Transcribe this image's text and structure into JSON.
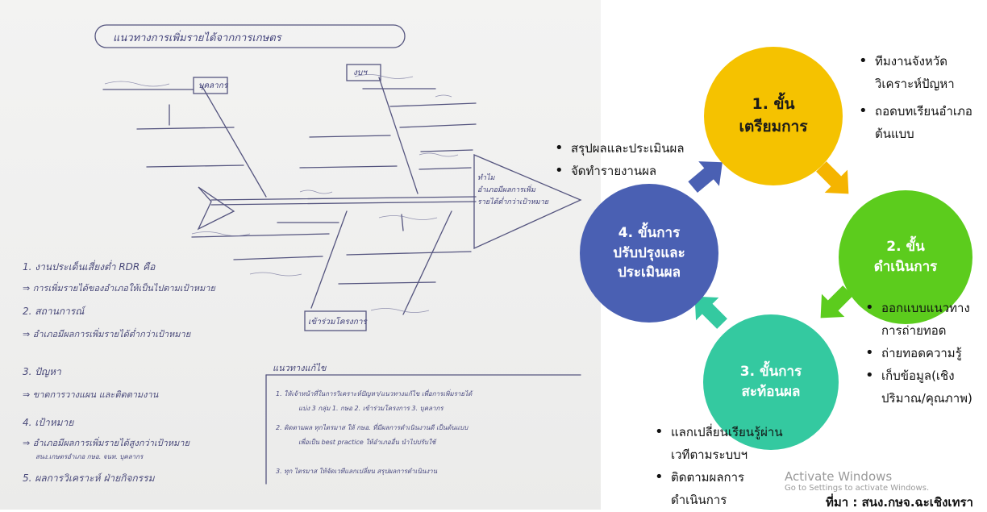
{
  "steps": {
    "s1": "1. ขั้น\nเตรียมการ",
    "s2": "2. ขั้น\nดำเนินการ",
    "s3": "3. ขั้นการ\nสะท้อนผล",
    "s4": "4. ขั้นการ\nปรับปรุงและ\nประเมินผล"
  },
  "bullets": {
    "s1": [
      "ทีมงานจังหวัด",
      "วิเคราะห์ปัญหา",
      "ถอดบทเรียนอำเภอ",
      "ต้นแบบ"
    ],
    "s2": [
      "ออกแบบแนวทาง",
      "การถ่ายทอด",
      "ถ่ายทอดความรู้",
      "เก็บข้อมูล(เชิง",
      "ปริมาณ/คุณภาพ)"
    ],
    "s3": [
      "แลกเปลี่ยนเรียนรู้ผ่าน",
      "เวทีตามระบบฯ",
      "ติดตามผลการ",
      "ดำเนินการ"
    ],
    "s4": [
      "สรุปผลและประเมินผล",
      "จัดทำรายงานผล"
    ]
  },
  "colors": {
    "s1": "#f5c200",
    "s2": "#5ccc1d",
    "s3": "#34c9a0",
    "s4": "#4a60b3"
  },
  "watermark": {
    "title": "Activate Windows",
    "subtitle": "Go to Settings to activate Windows."
  },
  "source": "ที่มา : สนง.กษจ.ฉะเชิงเทรา",
  "handwritten": {
    "title": "แนวทางการเพิ่มรายได้จากการเกษตร",
    "box_personnel": "บุคลากร",
    "box_budget": "งบฯ",
    "box_project": "เข้าร่วมโครงการ",
    "fish_head": "ทำไม\nอำเภอมีผลการเพิ่ม\nรายได้ต่ำกว่าเป้าหมาย",
    "summary_1": "1. งานประเด็นเสี่ยงต่ำ RDR คือ",
    "summary_1b": "⇒ การเพิ่มรายได้ของอำเภอให้เป็นไปตามเป้าหมาย",
    "summary_2": "2. สถานการณ์",
    "summary_2b": "⇒ อำเภอมีผลการเพิ่มรายได้ต่ำกว่าเป้าหมาย",
    "summary_3": "3. ปัญหา",
    "summary_3b": "⇒ ขาดการวางแผน และติดตามงาน",
    "summary_4": "4. เป้าหมาย",
    "summary_4b": "⇒ อำเภอมีผลการเพิ่มรายได้สูงกว่าเป้าหมาย",
    "summary_4c": "สนง.เกษตรอำเภอ กษอ. จนท. บุคลากร",
    "summary_5": "5. ผลการวิเคราะห์ ฝ่ายกิจกรรม",
    "guide_title": "แนวทางแก้ไข",
    "guide_1": "1. ให้เจ้าหน้าที่ในการวิเคราะห์ปัญหา/แนวทางแก้ไข เพื่อการเพิ่มรายได้",
    "guide_1b": "แบ่ง 3 กลุ่ม   1. กษอ   2. เข้าร่วมโครงการ   3. บุคลากร",
    "guide_2": "2. ติดตามผล ทุกไตรมาส ให้ กษอ. ที่มีผลการดำเนินงานดี เป็นต้นแบบ",
    "guide_2b": "เพื่อเป็น best practice ให้อำเภออื่น นำไปปรับใช้",
    "guide_3": "3. ทุก ไตรมาส ให้จัดเวทีแลกเปลี่ยน สรุปผลการดำเนินงาน"
  }
}
